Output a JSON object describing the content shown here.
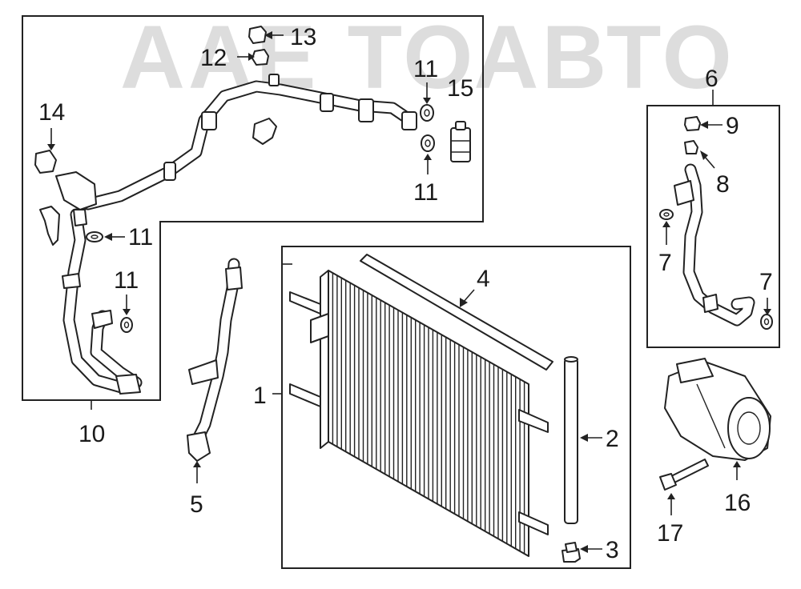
{
  "watermark": "AAE ТОАВТО",
  "labels": {
    "l1": "1",
    "l2": "2",
    "l3": "3",
    "l4": "4",
    "l5": "5",
    "l6": "6",
    "l7a": "7",
    "l7b": "7",
    "l8": "8",
    "l9": "9",
    "l10": "10",
    "l11a": "11",
    "l11b": "11",
    "l11c": "11",
    "l11d": "11",
    "l12": "12",
    "l13": "13",
    "l14": "14",
    "l15": "15",
    "l16": "16",
    "l17": "17"
  }
}
